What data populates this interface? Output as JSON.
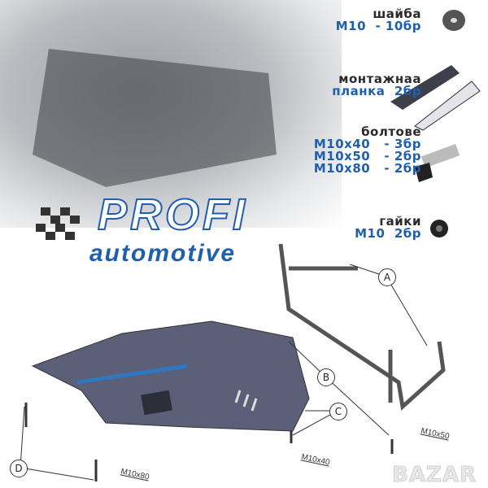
{
  "parts": {
    "washer": {
      "title": "шайба",
      "spec": "M10  - 10бр"
    },
    "bracket": {
      "title": "монтажнаа",
      "spec": "планка  2бр"
    },
    "bolts": {
      "title": "болтове",
      "lines": [
        "M10x40   - 3бр",
        "M10x50   - 2бр",
        "M10x80   - 2бр"
      ]
    },
    "nuts": {
      "title": "гайки",
      "spec": "M10  2бр"
    }
  },
  "logo": {
    "line1": "PROFI",
    "line2": "automotive"
  },
  "diagram": {
    "callouts": [
      "A",
      "B",
      "C",
      "D"
    ],
    "bolt_labels": {
      "m10x40": "M10x40",
      "m10x50": "M10x50",
      "m10x80": "M10x80"
    }
  },
  "watermark": "BAZAR",
  "colors": {
    "brand_blue": "#1f5fae",
    "plate": "#5b5f78",
    "text_dark": "#2b2b2b"
  }
}
